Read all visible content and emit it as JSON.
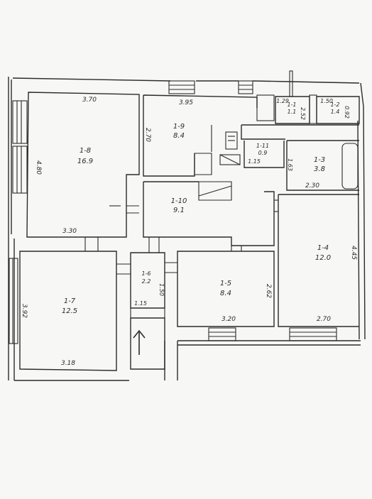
{
  "colors": {
    "ink": "#2b2b2b",
    "paper": "#f7f7f5"
  },
  "rooms": [
    {
      "id": "1-8",
      "area": "16.9"
    },
    {
      "id": "1-9",
      "area": "8.4"
    },
    {
      "id": "1-1",
      "area": "1.1"
    },
    {
      "id": "1-2",
      "area": "1.4"
    },
    {
      "id": "1-11",
      "area": "0.9"
    },
    {
      "id": "1-3",
      "area": "3.8"
    },
    {
      "id": "1-10",
      "area": "9.1"
    },
    {
      "id": "1-4",
      "area": "12.0"
    },
    {
      "id": "1-7",
      "area": "12.5"
    },
    {
      "id": "1-6",
      "area": "2.2"
    },
    {
      "id": "1-5",
      "area": "8.4"
    }
  ],
  "dimensions": {
    "r8_top": "3.70",
    "r8_side": "4.80",
    "r8_bottom": "3.30",
    "r9_top": "3.95",
    "r9_side": "2.70",
    "r1_top": "1.29",
    "r1_side": "2.52",
    "r2_top": "1.50",
    "r2_side": "0.92",
    "r11_side": "1.15",
    "r3_side": "1.63",
    "r3_bottom": "2.30",
    "r4_side": "4.45",
    "r4_bottom": "2.70",
    "r7_side": "3.92",
    "r7_bottom": "3.18",
    "r6_side": "1.50",
    "r6_bottom": "1.15",
    "r5_side": "2.62",
    "r5_bottom": "3.20"
  }
}
